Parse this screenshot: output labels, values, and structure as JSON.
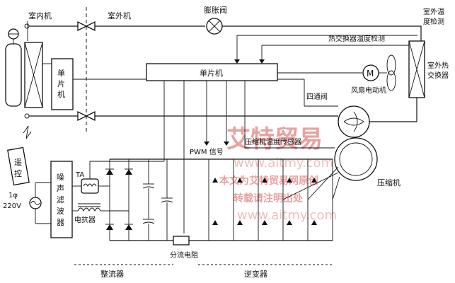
{
  "labels": {
    "indoor_unit": "室内机",
    "outdoor_unit": "室外机",
    "expansion_valve": "膨胀阀",
    "outdoor_temp_1": "室外温",
    "outdoor_temp_2": "度检测",
    "heat_exchanger_temp": "热交换器温度检测",
    "outdoor_hex_1": "室外热",
    "outdoor_hex_2": "交换器",
    "mcu_main": "单片机",
    "mcu_indoor_1": "单",
    "mcu_indoor_2": "片",
    "mcu_indoor_3": "机",
    "motor": "M",
    "fan_motor": "风扇电动机",
    "four_way_valve": "四通阀",
    "pwm_signal": "PWM 信号",
    "compressor_temp_sensor": "压缩机温度传感器",
    "compressor": "压缩机",
    "remote_1": "遥",
    "remote_2": "控",
    "noise_1": "噪",
    "noise_2": "声",
    "noise_3": "滤",
    "noise_4": "波",
    "noise_5": "器",
    "ta": "TA",
    "single_phase": "1φ",
    "voltage": "220V",
    "reactor": "电抗器",
    "shunt_resistor": "分流电阻",
    "rectifier": "整流器",
    "inverter": "逆变器"
  },
  "watermark": {
    "brand": "艾特贸易",
    "url": "www.aitmy.com",
    "line1": "本文为艾特贸易网原创",
    "line2": "转载请注明出处"
  }
}
